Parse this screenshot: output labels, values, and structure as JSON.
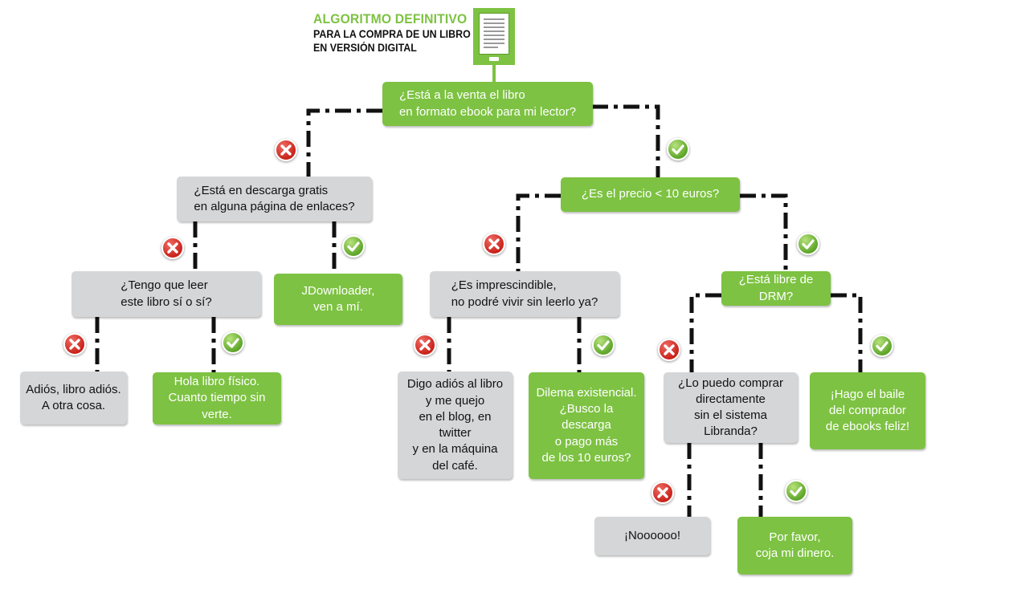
{
  "title": {
    "main": "ALGORITMO DEFINITIVO",
    "line1": "PARA LA COMPRA DE UN LIBRO",
    "line2": "EN VERSIÓN DIGITAL"
  },
  "nodes": [
    {
      "id": "q-venta",
      "text": "¿Está a la venta el libro\n      en formato ebook para mi lector?",
      "color": "green"
    },
    {
      "id": "q-descarga",
      "text": "¿Está en descarga gratis\n      en alguna página de enlaces?",
      "color": "gray"
    },
    {
      "id": "q-precio",
      "text": "¿Es el precio < 10 euros?",
      "color": "green"
    },
    {
      "id": "q-tengo",
      "text": "¿Tengo que leer\n      este libro sí o sí?",
      "color": "gray"
    },
    {
      "id": "a-jdownloader",
      "text": "JDownloader,\nven a mí.",
      "color": "green"
    },
    {
      "id": "q-imprescindible",
      "text": "¿Es imprescindible,\n      no podré vivir sin leerlo ya?",
      "color": "gray"
    },
    {
      "id": "q-drm",
      "text": "¿Está libre de DRM?",
      "color": "green"
    },
    {
      "id": "a-adios",
      "text": "Adiós, libro adiós.\nA otra cosa.",
      "color": "gray"
    },
    {
      "id": "a-hola",
      "text": "Hola libro físico.\nCuanto tiempo sin verte.",
      "color": "green"
    },
    {
      "id": "a-digo",
      "text": "Digo adiós al libro\ny me quejo\nen el blog, en twitter\ny en la máquina\ndel café.",
      "color": "gray"
    },
    {
      "id": "a-dilema",
      "text": "Dilema existencial.\n¿Busco la descarga\no pago más\nde los 10 euros?",
      "color": "green"
    },
    {
      "id": "q-libranda",
      "text": "¿Lo puedo comprar\ndirectamente\nsin el sistema Libranda?",
      "color": "gray"
    },
    {
      "id": "a-baile",
      "text": "¡Hago el baile\ndel comprador\nde ebooks feliz!",
      "color": "green"
    },
    {
      "id": "a-nooo",
      "text": "¡Noooooo!",
      "color": "gray"
    },
    {
      "id": "a-porfavor",
      "text": "Por favor,\ncoja mi dinero.",
      "color": "green"
    }
  ],
  "edges": [
    {
      "from": "q-venta",
      "to": "q-descarga",
      "answer": "no"
    },
    {
      "from": "q-venta",
      "to": "q-precio",
      "answer": "yes"
    },
    {
      "from": "q-descarga",
      "to": "q-tengo",
      "answer": "no"
    },
    {
      "from": "q-descarga",
      "to": "a-jdownloader",
      "answer": "yes"
    },
    {
      "from": "q-tengo",
      "to": "a-adios",
      "answer": "no"
    },
    {
      "from": "q-tengo",
      "to": "a-hola",
      "answer": "yes"
    },
    {
      "from": "q-precio",
      "to": "q-imprescindible",
      "answer": "no"
    },
    {
      "from": "q-precio",
      "to": "q-drm",
      "answer": "yes"
    },
    {
      "from": "q-imprescindible",
      "to": "a-digo",
      "answer": "no"
    },
    {
      "from": "q-imprescindible",
      "to": "a-dilema",
      "answer": "yes"
    },
    {
      "from": "q-drm",
      "to": "q-libranda",
      "answer": "no"
    },
    {
      "from": "q-drm",
      "to": "a-baile",
      "answer": "yes"
    },
    {
      "from": "q-libranda",
      "to": "a-nooo",
      "answer": "no"
    },
    {
      "from": "q-libranda",
      "to": "a-porfavor",
      "answer": "yes"
    }
  ],
  "colors": {
    "green": "#7dc242",
    "gray": "#d5d6d8",
    "connector": "#111111",
    "no_badge": "#d9322a",
    "yes_badge": "#7dc242"
  },
  "icons": {
    "logo": "ereader-icon",
    "no": "cross-icon",
    "yes": "check-icon"
  }
}
